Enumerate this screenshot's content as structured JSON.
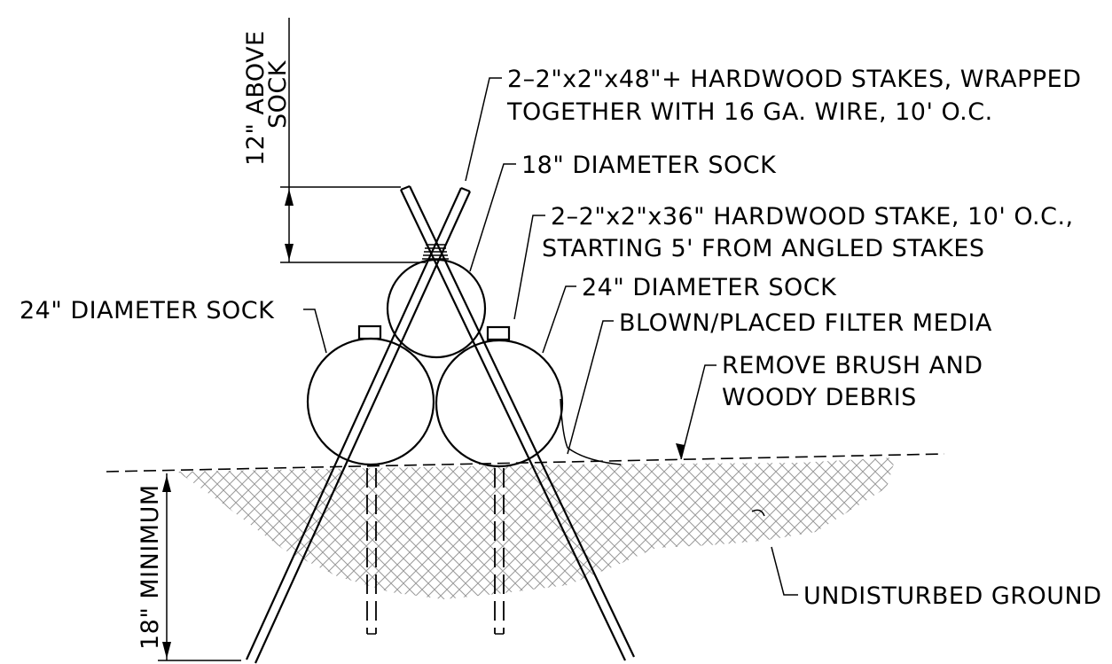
{
  "labels": {
    "angled_stakes_line1": "2–2\"x2\"x48\"+ HARDWOOD STAKES, WRAPPED",
    "angled_stakes_line2": "TOGETHER WITH 16 GA. WIRE, 10' O.C.",
    "top_sock": "18\" DIAMETER SOCK",
    "straight_stakes_line1": "2–2\"x2\"x36\" HARDWOOD STAKE, 10' O.C.,",
    "straight_stakes_line2": "STARTING 5' FROM ANGLED STAKES",
    "right_sock": "24\" DIAMETER SOCK",
    "left_sock": "24\" DIAMETER SOCK",
    "filter_media": "BLOWN/PLACED FILTER MEDIA",
    "brush_line1": "REMOVE BRUSH AND",
    "brush_line2": "WOODY DEBRIS",
    "ground": "UNDISTURBED GROUND"
  },
  "dimensions": {
    "above_sock_line1": "12\" ABOVE",
    "above_sock_line2": "SOCK",
    "depth": "18\" MINIMUM"
  },
  "colors": {
    "line": "#000000",
    "hatch": "#9a9a9a",
    "background": "#ffffff"
  }
}
